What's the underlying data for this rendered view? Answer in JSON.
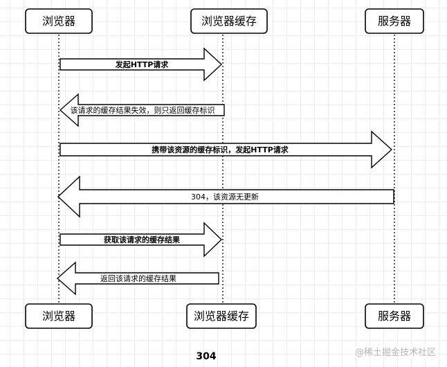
{
  "actors": [
    {
      "id": "browser",
      "label": "浏览器"
    },
    {
      "id": "cache",
      "label": "浏览器缓存"
    },
    {
      "id": "server",
      "label": "服务器"
    }
  ],
  "messages": [
    {
      "from": "browser",
      "to": "cache",
      "label": "发起HTTP请求",
      "bold": true
    },
    {
      "from": "cache",
      "to": "browser",
      "label": "该请求的缓存结果失效，则只返回缓存标识",
      "bold": false
    },
    {
      "from": "browser",
      "to": "server",
      "label": "携带该资源的缓存标识，发起HTTP请求",
      "bold": true
    },
    {
      "from": "server",
      "to": "browser",
      "label": "304，该资源无更新",
      "bold": false
    },
    {
      "from": "browser",
      "to": "cache",
      "label": "获取该请求的缓存结果",
      "bold": true
    },
    {
      "from": "cache",
      "to": "browser",
      "label": "返回该请求的缓存结果",
      "bold": false
    }
  ],
  "caption": "304",
  "watermark": "@稀土掘金技术社区"
}
